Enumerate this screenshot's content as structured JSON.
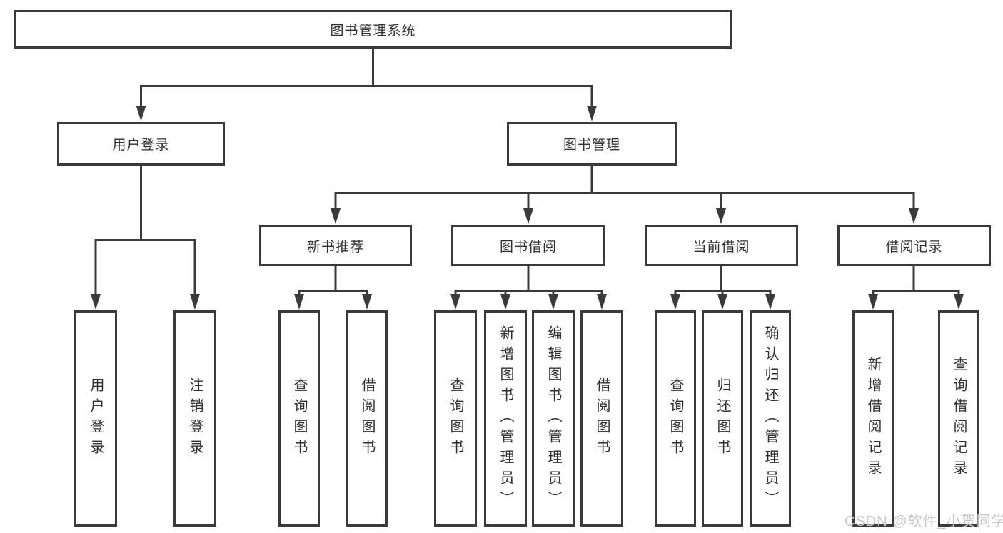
{
  "colors": {
    "line": "#3a3a3a",
    "text": "#2f2f2f",
    "box_background": "#ffffff",
    "watermark": "#c7c7c7"
  },
  "diagram": {
    "root": {
      "label": "图书管理系统"
    },
    "level2": [
      {
        "label": "用户登录"
      },
      {
        "label": "图书管理"
      }
    ],
    "level3": [
      {
        "label": "新书推荐",
        "parent": "图书管理"
      },
      {
        "label": "图书借阅",
        "parent": "图书管理"
      },
      {
        "label": "当前借阅",
        "parent": "图书管理"
      },
      {
        "label": "借阅记录",
        "parent": "图书管理"
      }
    ],
    "leaves": [
      {
        "label": "用户登录",
        "parent": "用户登录"
      },
      {
        "label": "注销登录",
        "parent": "用户登录"
      },
      {
        "label": "查询图书",
        "parent": "新书推荐"
      },
      {
        "label": "借阅图书",
        "parent": "新书推荐"
      },
      {
        "label": "查询图书",
        "parent": "图书借阅"
      },
      {
        "label": "新增图书（管理员）",
        "parent": "图书借阅"
      },
      {
        "label": "编辑图书（管理员）",
        "parent": "图书借阅"
      },
      {
        "label": "借阅图书",
        "parent": "图书借阅"
      },
      {
        "label": "查询图书",
        "parent": "当前借阅"
      },
      {
        "label": "归还图书",
        "parent": "当前借阅"
      },
      {
        "label": "确认归还（管理员）",
        "parent": "当前借阅"
      },
      {
        "label": "新增借阅记录",
        "parent": "借阅记录"
      },
      {
        "label": "查询借阅记录",
        "parent": "借阅记录"
      }
    ]
  },
  "watermark": "CSDN @软件_小贺同学"
}
